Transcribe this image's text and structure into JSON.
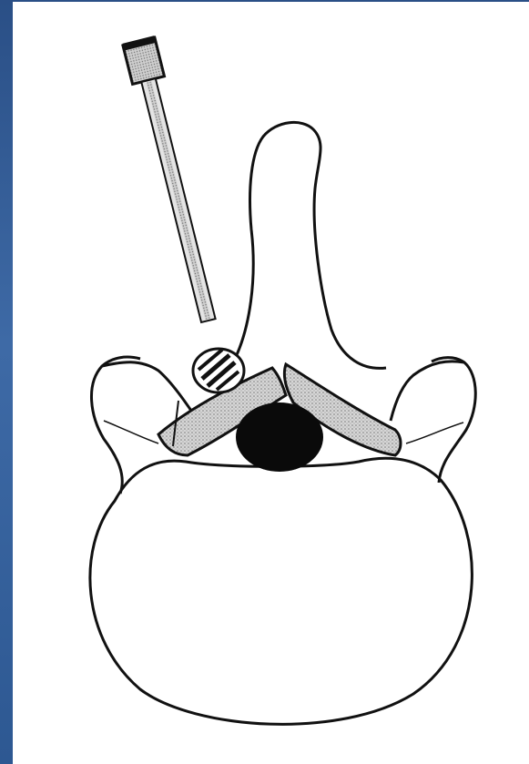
{
  "diagram": {
    "labels": [],
    "colors": {
      "background_frame": "#2f5a95",
      "panel": "#ffffff",
      "outline": "#111111",
      "hatched_fill": "#bdbdbd",
      "canal_core": "#0a0a0a"
    },
    "components": [
      {
        "name": "vertebral-body",
        "icon": "oval-body"
      },
      {
        "name": "spinous-process",
        "icon": "upward-process"
      },
      {
        "name": "lamina-left",
        "icon": "hatched-wedge"
      },
      {
        "name": "lamina-right",
        "icon": "hatched-wedge"
      },
      {
        "name": "transverse-process-left",
        "icon": "side-wing"
      },
      {
        "name": "transverse-process-right",
        "icon": "side-wing"
      },
      {
        "name": "spinal-canal-core",
        "icon": "filled-oval"
      },
      {
        "name": "drill-instrument",
        "icon": "shaft-with-burr"
      }
    ]
  }
}
